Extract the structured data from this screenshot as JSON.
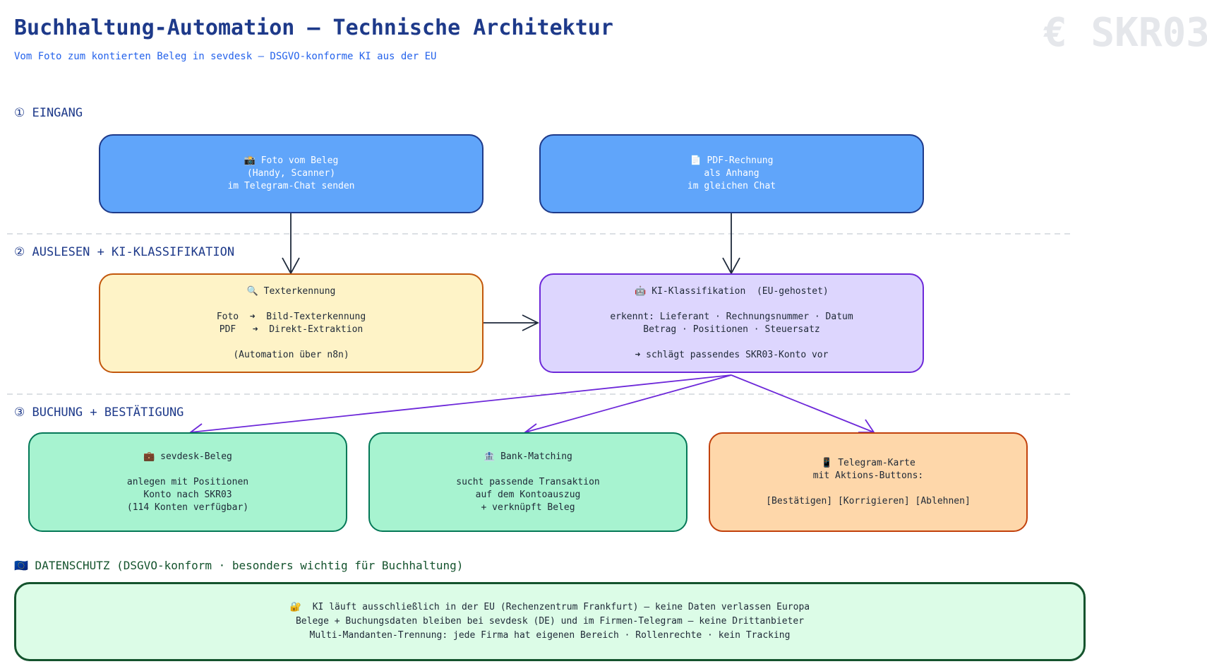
{
  "header": {
    "title": "Buchhaltung-Automation – Technische Architektur",
    "subtitle": "Vom Foto zum kontierten Beleg in sevdesk – DSGVO-konforme KI aus der EU",
    "watermark": "€ SKR03"
  },
  "sections": {
    "input": "① EINGANG",
    "processing": "② AUSLESEN + KI-KLASSIFIKATION",
    "booking": "③ BUCHUNG + BESTÄTIGUNG",
    "privacy": "🇪🇺  DATENSCHUTZ (DSGVO-konform · besonders wichtig für Buchhaltung)"
  },
  "nodes": {
    "photo": [
      "📸 Foto vom Beleg",
      "(Handy, Scanner)",
      "im Telegram-Chat senden"
    ],
    "pdf": [
      "📄 PDF-Rechnung",
      "als Anhang",
      "im gleichen Chat"
    ],
    "ocr": [
      "🔍 Texterkennung",
      "",
      "Foto  ➜  Bild-Texterkennung",
      "PDF   ➜  Direkt-Extraktion",
      "",
      "(Automation über n8n)"
    ],
    "ai": [
      "🤖 KI-Klassifikation  (EU-gehostet)",
      "",
      "erkennt: Lieferant · Rechnungsnummer · Datum",
      "Betrag · Positionen · Steuersatz",
      "",
      "➜ schlägt passendes SKR03-Konto vor"
    ],
    "sevdesk": [
      "💼 sevdesk-Beleg",
      "",
      "anlegen mit Positionen",
      "Konto nach SKR03",
      "(114 Konten verfügbar)"
    ],
    "bank": [
      "🏦 Bank-Matching",
      "",
      "sucht passende Transaktion",
      "auf dem Kontoauszug",
      "+ verknüpft Beleg"
    ],
    "telegram": [
      "📱 Telegram-Karte",
      "mit Aktions-Buttons:",
      "",
      "[Bestätigen] [Korrigieren] [Ablehnen]"
    ]
  },
  "privacy": [
    "🔐  KI läuft ausschließlich in der EU (Rechenzentrum Frankfurt) – keine Daten verlassen Europa",
    "Belege + Buchungsdaten bleiben bei sevdesk (DE) und im Firmen-Telegram – keine Drittanbieter",
    "Multi-Mandanten-Trennung: jede Firma hat eigenen Bereich · Rollenrechte · kein Tracking"
  ],
  "colors": {
    "title": "#1e3a8a",
    "subtitle": "#2563eb",
    "arrow_dark": "#1e293b",
    "arrow_purple": "#6d28d9",
    "divider": "#d1d5db"
  }
}
